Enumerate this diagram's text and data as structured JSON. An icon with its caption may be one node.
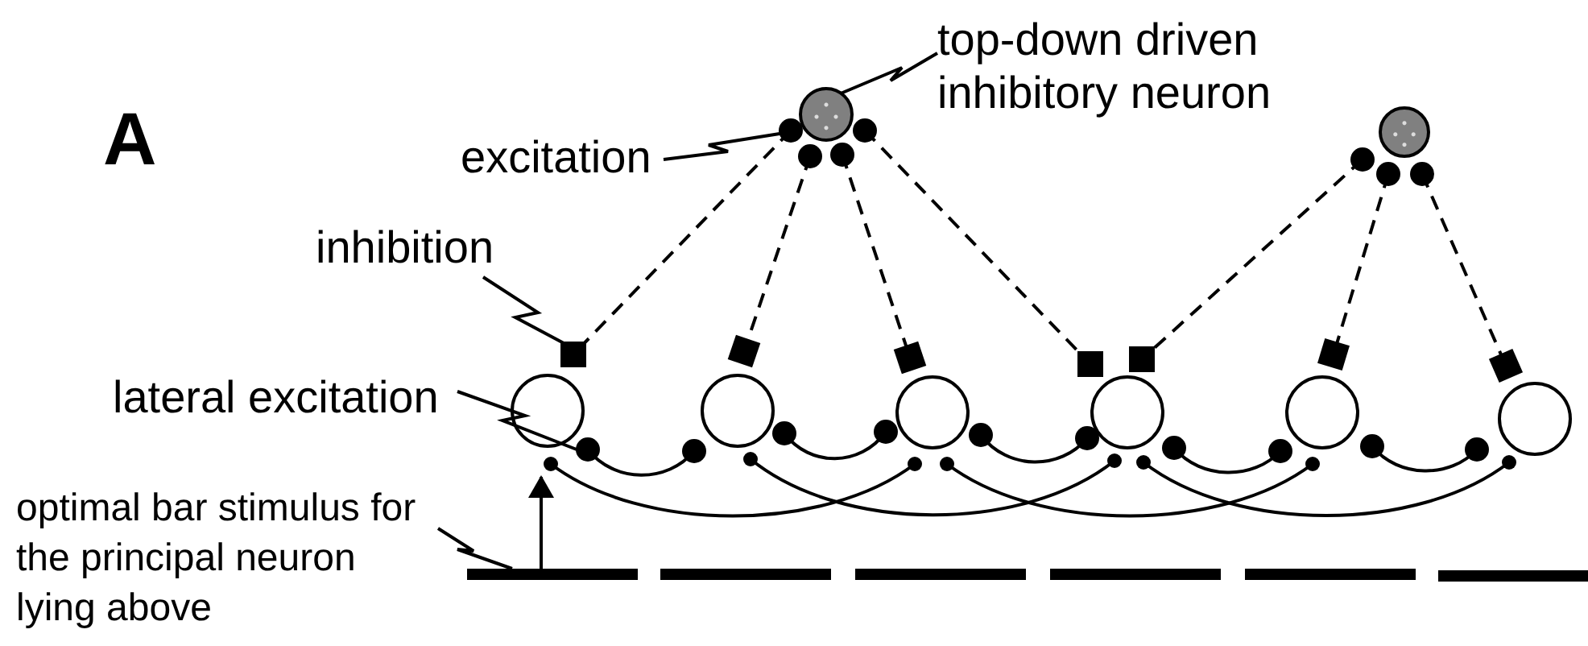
{
  "diagram": {
    "nodes": [
      {
        "text": [
          "top-down driven inhibitory neuron"
        ]
      },
      {
        "text": [],
        "shape": "circle"
      },
      {
        "text": [
          "excitation"
        ]
      },
      {
        "text": [],
        "shape": "circle"
      },
      {
        "text": [
          "inhibition"
        ]
      },
      {
        "text": [],
        "shape": "circle"
      },
      {
        "text": [],
        "shape": "circle"
      },
      {
        "text": [],
        "shape": "circle"
      },
      {
        "text": [],
        "shape": "circle"
      },
      {
        "text": [],
        "shape": "circle"
      },
      {
        "text": [],
        "shape": "circle"
      },
      {
        "text": [
          "lateral excitation"
        ]
      },
      {
        "text": [
          "optimal bar stimulus for the principal neuron lying above"
        ]
      },
      {
        "text": [],
        "shape": "bar"
      },
      {
        "text": [],
        "shape": "bar"
      },
      {
        "text": [],
        "shape": "bar"
      },
      {
        "text": [],
        "shape": "bar"
      },
      {
        "text": [],
        "shape": "bar"
      },
      {
        "text": [],
        "shape": "bar"
      }
    ],
    "edges": [
      {
        "from": 0,
        "to": 1,
        "arrow": "none"
      },
      {
        "from": 2,
        "to": 1,
        "arrow": "none"
      },
      {
        "from": 1,
        "to": 5,
        "arrow": "other",
        "style": "dashed"
      },
      {
        "from": 1,
        "to": 6,
        "arrow": "other",
        "style": "dashed"
      },
      {
        "from": 1,
        "to": 7,
        "arrow": "other",
        "style": "dashed"
      },
      {
        "from": 1,
        "to": 8,
        "arrow": "other",
        "style": "dashed"
      },
      {
        "from": 3,
        "to": 8,
        "arrow": "other",
        "style": "dashed"
      },
      {
        "from": 3,
        "to": 9,
        "arrow": "other",
        "style": "dashed"
      },
      {
        "from": 3,
        "to": 10,
        "arrow": "other",
        "style": "dashed"
      },
      {
        "from": 4,
        "to": null,
        "arrow": "none"
      },
      {
        "from": 11,
        "to": 5,
        "arrow": "none"
      },
      {
        "from": 5,
        "to": 6,
        "arrow": "other"
      },
      {
        "from": 6,
        "to": 7,
        "arrow": "other"
      },
      {
        "from": 7,
        "to": 8,
        "arrow": "other"
      },
      {
        "from": 8,
        "to": 9,
        "arrow": "other"
      },
      {
        "from": 9,
        "to": 10,
        "arrow": "other"
      },
      {
        "from": 5,
        "to": 7,
        "arrow": "other"
      },
      {
        "from": 6,
        "to": 8,
        "arrow": "other"
      },
      {
        "from": 7,
        "to": 9,
        "arrow": "other"
      },
      {
        "from": 8,
        "to": 10,
        "arrow": "other"
      },
      {
        "from": 12,
        "to": 13,
        "arrow": "none"
      },
      {
        "from": 13,
        "to": 5,
        "arrow": "to"
      }
    ],
    "labels": [
      "A"
    ]
  }
}
